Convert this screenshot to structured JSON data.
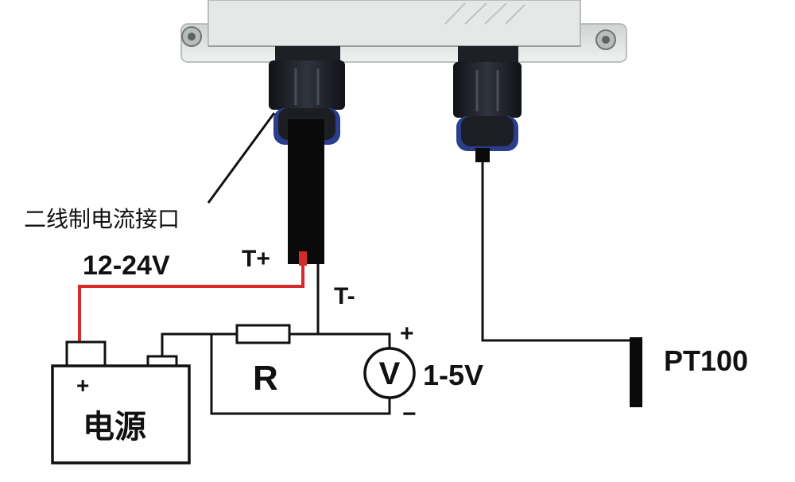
{
  "labels": {
    "interface": "二线制电流接口",
    "supply_voltage": "12-24V",
    "t_plus": "T+",
    "t_minus": "T-",
    "resistor": "R",
    "voltmeter": "V",
    "plus_top": "+",
    "minus_bottom": "−",
    "output_range": "1-5V",
    "sensor": "PT100",
    "battery_plus": "+",
    "battery": "电源"
  },
  "colors": {
    "wire_black": "#111111",
    "wire_red": "#d42a2a",
    "housing": "#dfe3e2",
    "gland": "#1c1e24",
    "gland_blue": "#2b3e8c",
    "screw": "#b9bcbc"
  }
}
